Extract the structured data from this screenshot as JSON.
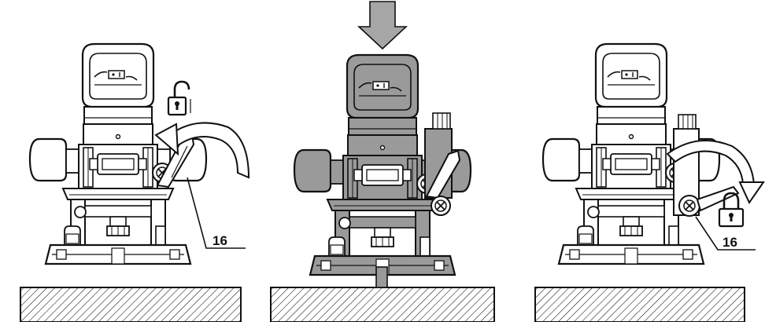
{
  "colors": {
    "ink": "#111111",
    "paper": "#ffffff",
    "shade": "#9a9a9a",
    "arrow_gray": "#a6a6a6"
  },
  "panels": [
    {
      "id": "release",
      "callout": "16",
      "lock_state": "unlocked",
      "shaded": false,
      "lever_rotation": "counter-clockwise"
    },
    {
      "id": "plunge",
      "callout": "",
      "lock_state": "",
      "shaded": true,
      "push_arrow": "down-arrow"
    },
    {
      "id": "lock",
      "callout": "16",
      "lock_state": "locked",
      "shaded": false,
      "lever_rotation": "clockwise"
    }
  ],
  "icons": [
    "padlock-open-icon",
    "padlock-closed-icon",
    "curved-arrow-icon",
    "down-arrow-icon"
  ]
}
